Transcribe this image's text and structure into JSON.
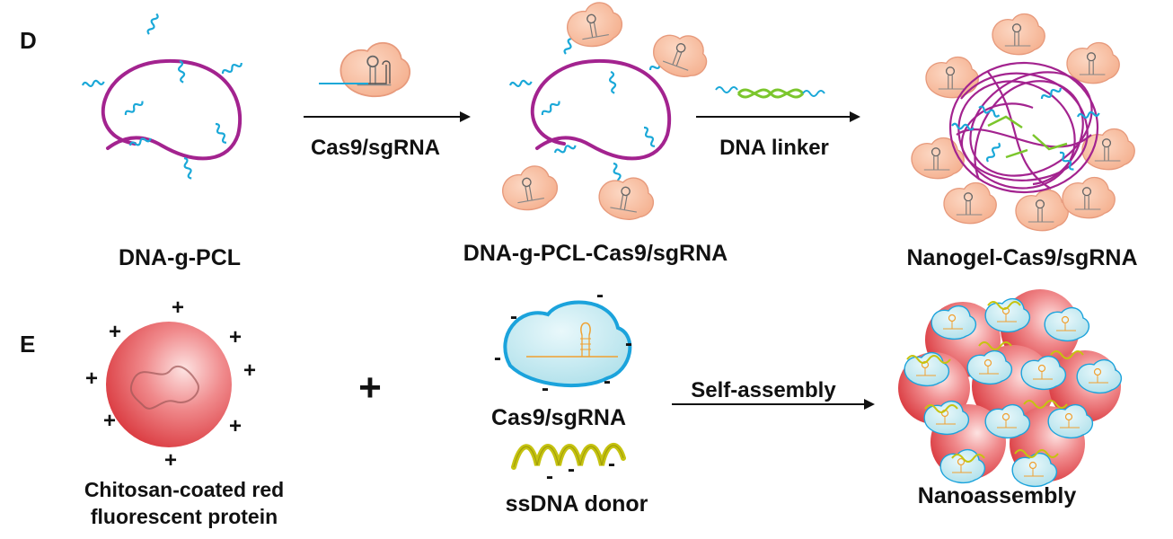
{
  "panels": [
    {
      "id": "D",
      "letter": "D",
      "step1": {
        "label": "DNA-g-PCL"
      },
      "arrow1": {
        "label": "Cas9/sgRNA"
      },
      "step2": {
        "label": "DNA-g-PCL-Cas9/sgRNA"
      },
      "arrow2": {
        "label": "DNA linker"
      },
      "step3": {
        "label": "Nanogel-Cas9/sgRNA"
      }
    },
    {
      "id": "E",
      "letter": "E",
      "protein": {
        "label_line1": "Chitosan-coated red",
        "label_line2": "fluorescent protein",
        "charge": "+"
      },
      "plus": "+",
      "cas9": {
        "label": "Cas9/sgRNA",
        "charge": "-"
      },
      "donor": {
        "label": "ssDNA donor",
        "charge": "-"
      },
      "arrow": {
        "label": "Self-assembly"
      },
      "product": {
        "label": "Nanoassembly"
      }
    }
  ],
  "colors": {
    "polymer": "#a3238f",
    "dna_strand": "#1aa8d8",
    "cas9_fill": "#f6b99a",
    "cas9_stroke": "#e79a7c",
    "linker": "#7bc62c",
    "sphere": "#e8585c",
    "cas9_blue_fill": "#c9ecf2",
    "cas9_blue_stroke": "#1ba3dc",
    "guide": "#f0a030",
    "ssdna": "#c6c310",
    "text": "#111111"
  },
  "icons": [
    "cas9-protein-icon",
    "sgrna-hairpin-icon",
    "dna-linker-icon",
    "red-protein-sphere-icon",
    "ssdna-helix-icon",
    "nanogel-icon",
    "nanoassembly-icon"
  ]
}
